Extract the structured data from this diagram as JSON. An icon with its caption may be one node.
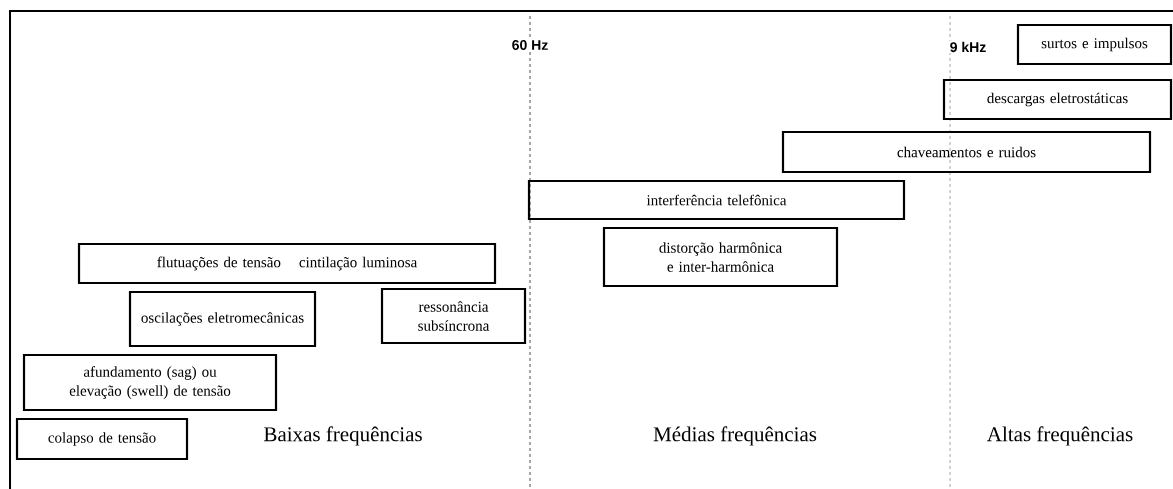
{
  "diagram": {
    "nodes": [
      {
        "text": [
          "surtos e impulsos"
        ]
      },
      {
        "text": [
          "descargas eletrostáticas"
        ]
      },
      {
        "text": [
          "chaveamentos e ruidos"
        ]
      },
      {
        "text": [
          "interferência telefônica"
        ]
      },
      {
        "text": [
          "distorção harmônica e inter-harmônica"
        ]
      },
      {
        "text": [
          "flutuações de tensão",
          "cintilação luminosa"
        ]
      },
      {
        "text": [
          "oscilações eletromecânicas"
        ]
      },
      {
        "text": [
          "ressonância subsíncrona"
        ]
      },
      {
        "text": [
          "afundamento (sag) ou elevação (swell) de tensão"
        ]
      },
      {
        "text": [
          "colapso de tensão"
        ]
      }
    ],
    "labels": [
      "60 Hz",
      "9 kHz",
      "Baixas frequências",
      "Médias frequências",
      "Altas frequências"
    ]
  }
}
